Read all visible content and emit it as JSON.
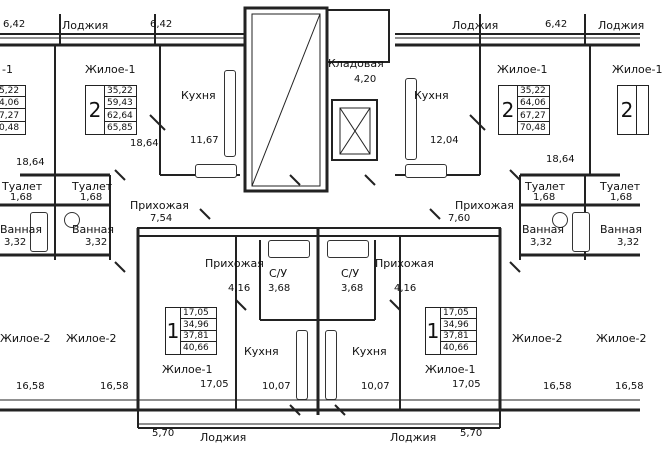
{
  "rooms": {
    "loggia_tl_area": "6,42",
    "loggia_tl_label": "Лоджия",
    "loggia_tl_area2": "6,42",
    "loggia_tr_label": "Лоджия",
    "loggia_tr_area": "6,42",
    "loggia_tr_label2": "Лоджия",
    "living1_left_label": "Жилое-1",
    "living1_left_area": "18,64",
    "living1_right_label": "Жилое-1",
    "living1_right_area": "18,64",
    "kitchen_left_label": "Кухня",
    "kitchen_left_area": "11,67",
    "kitchen_right_label": "Кухня",
    "kitchen_right_area": "12,04",
    "storage_label": "Кладовая",
    "storage_area": "4,20",
    "toilet_left_label": "Туалет",
    "toilet_left_area": "1,68",
    "toilet_right_label": "Туалет",
    "toilet_right_area": "1,68",
    "bath_left_label": "Ванная",
    "bath_left_area": "3,32",
    "bath_right_label": "Ванная",
    "bath_right_area": "3,32",
    "hall_left_label": "Прихожая",
    "hall_left_area": "7,54",
    "hall_right_label": "Прихожая",
    "hall_right_area": "7,60",
    "hall2_left_label": "Прихожая",
    "hall2_left_area": "4,16",
    "hall2_right_label": "Прихожая",
    "hall2_right_area": "4,16",
    "cu_left_label": "С/У",
    "cu_left_area": "3,68",
    "cu_right_label": "С/У",
    "cu_right_area": "3,68",
    "living2_left_label": "Жилое-2",
    "living2_left_area": "16,58",
    "living2_right_label": "Жилое-2",
    "living2_right_area": "16,58",
    "kitchen2_left_label": "Кухня",
    "kitchen2_left_area": "10,07",
    "kitchen2_right_label": "Кухня",
    "kitchen2_right_area": "10,07",
    "living1b_left_label": "Жилое-1",
    "living1b_left_area": "17,05",
    "living1b_left_area2": "17,05",
    "living1b_right_label": "Жилое-1",
    "living1b_right_area": "17,05",
    "loggia_bl_area": "5,70",
    "loggia_bl_label": "Лоджия",
    "loggia_br_label": "Лоджия",
    "loggia_br_area": "5,70",
    "edge_left_living2_label": "Жилое-2",
    "edge_left_living2_area": "16,58",
    "edge_right_living2_label": "Жилое-2",
    "edge_right_living2_area": "16,58",
    "edge_left_living1_label": "-1",
    "edge_right_living1_label": "Жилое-1",
    "edge_left_toilet_label": "Туалет",
    "edge_left_toilet_area": "1,68",
    "edge_right_toilet_label": "Туалет",
    "edge_right_toilet_area": "1,68",
    "edge_left_bath_label": "Ванная",
    "edge_left_bath_area": "3,32",
    "edge_right_bath_label": "Ванная",
    "edge_right_bath_area": "3,32",
    "edge_left_living1_area": "18,64"
  },
  "apartment_boxes": {
    "two_left": {
      "rooms": "2",
      "values": [
        "35,22",
        "59,43",
        "62,64",
        "65,85"
      ]
    },
    "two_right": {
      "rooms": "2",
      "values": [
        "35,22",
        "64,06",
        "67,27",
        "70,48"
      ]
    },
    "one_left": {
      "rooms": "1",
      "values": [
        "17,05",
        "34,96",
        "37,81",
        "40,66"
      ]
    },
    "one_right": {
      "rooms": "1",
      "values": [
        "17,05",
        "34,96",
        "37,81",
        "40,66"
      ]
    },
    "edge_left": {
      "values": [
        "5,22",
        "4,06",
        "7,27",
        "0,48"
      ]
    },
    "edge_right": {
      "rooms": "2"
    }
  }
}
